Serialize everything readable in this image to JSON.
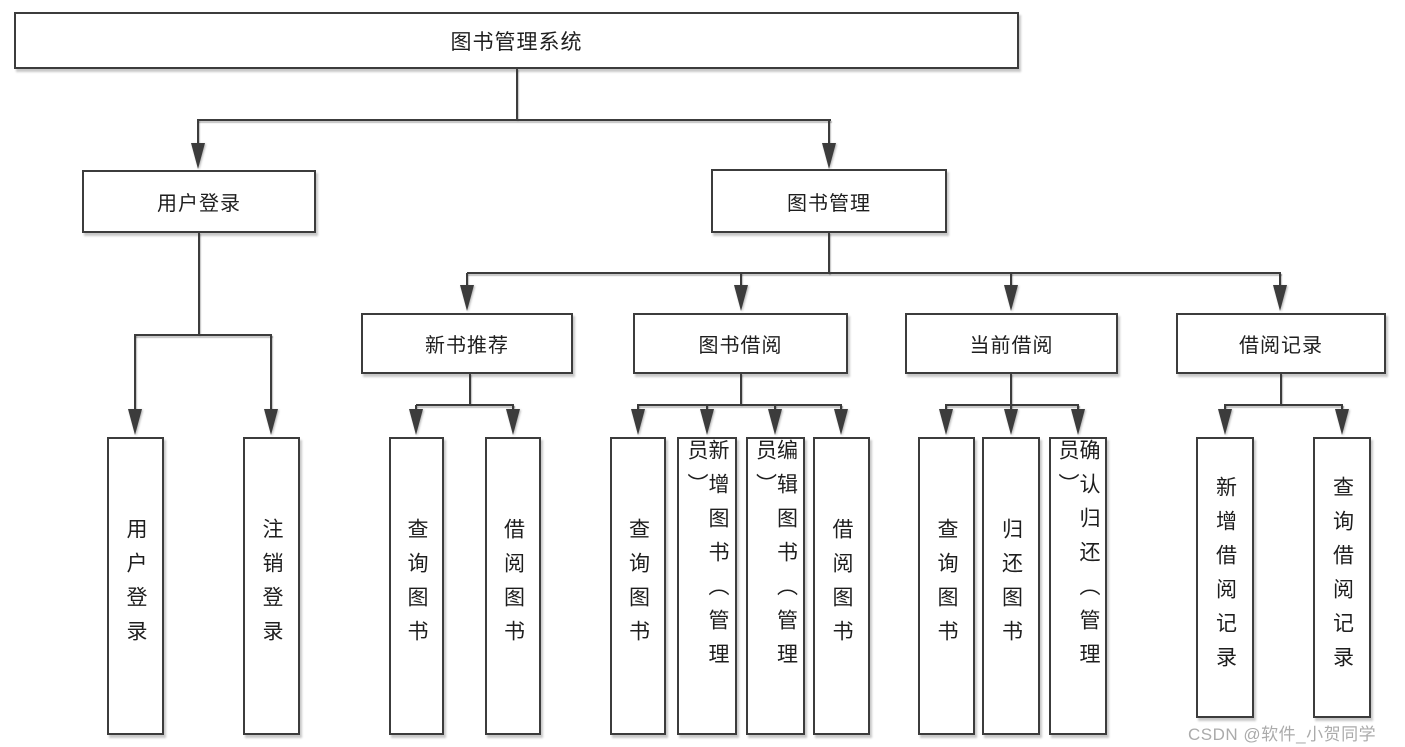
{
  "diagram": {
    "root": {
      "label": "图书管理系统"
    },
    "branches": [
      {
        "label": "用户登录",
        "children": [
          "用户登录",
          "注销登录"
        ]
      },
      {
        "label": "图书管理",
        "children": [
          {
            "label": "新书推荐",
            "children": [
              "查询图书",
              "借阅图书"
            ]
          },
          {
            "label": "图书借阅",
            "children": [
              "查询图书",
              "新增图书（管理员）",
              "编辑图书（管理员）",
              "借阅图书"
            ]
          },
          {
            "label": "当前借阅",
            "children": [
              "查询图书",
              "归还图书",
              "确认归还（管理员）"
            ]
          },
          {
            "label": "借阅记录",
            "children": [
              "新增借阅记录",
              "查询借阅记录"
            ]
          }
        ]
      }
    ]
  },
  "watermark": {
    "text": "CSDN @软件_小贺同学"
  },
  "colors": {
    "line": "#3c3c3c",
    "box_border": "#3c3c3c",
    "text": "#1e1e1e",
    "watermark_gray": "#ababab",
    "background": "#ffffff"
  }
}
